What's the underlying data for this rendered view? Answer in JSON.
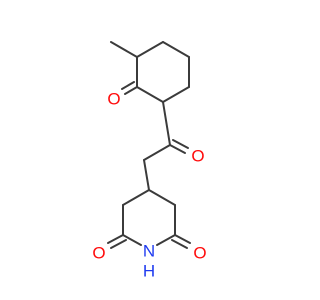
{
  "atoms": {
    "o_ketone_ring": "O",
    "o_ketone_chain": "O",
    "o_imide_left": "O",
    "o_imide_right": "O",
    "n_imide": "N",
    "h_imide": "H"
  },
  "colors": {
    "bond": "#3b3b3b",
    "oxygen": "#ff0d0d",
    "nitrogen": "#1f3bf0"
  }
}
